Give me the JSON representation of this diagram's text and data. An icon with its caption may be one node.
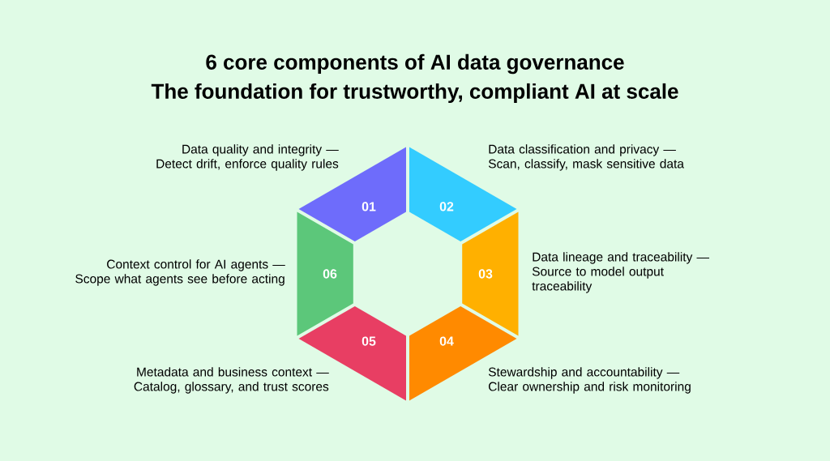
{
  "diagram": {
    "title": "6 core components of AI data governance",
    "labels": [
      "The foundation for trustworthy, compliant AI at scale"
    ],
    "nodes": [
      {
        "text": [
          "01"
        ],
        "beside": [
          "Data quality and integrity —",
          "Detect drift, enforce quality rules"
        ]
      },
      {
        "text": [
          "02"
        ],
        "beside": [
          "Data classification and privacy —",
          "Scan, classify, mask sensitive data"
        ]
      },
      {
        "text": [
          "03"
        ],
        "beside": [
          "Data lineage and traceability —",
          "Source to model output traceability"
        ]
      },
      {
        "text": [
          "04"
        ],
        "beside": [
          "Stewardship and accountability —",
          "Clear ownership and risk monitoring"
        ]
      },
      {
        "text": [
          "05"
        ],
        "beside": [
          "Metadata and business context —",
          "Catalog, glossary, and trust scores"
        ]
      },
      {
        "text": [
          "06"
        ],
        "beside": [
          "Context control for AI agents —",
          "Scope what agents see before acting"
        ]
      }
    ]
  }
}
